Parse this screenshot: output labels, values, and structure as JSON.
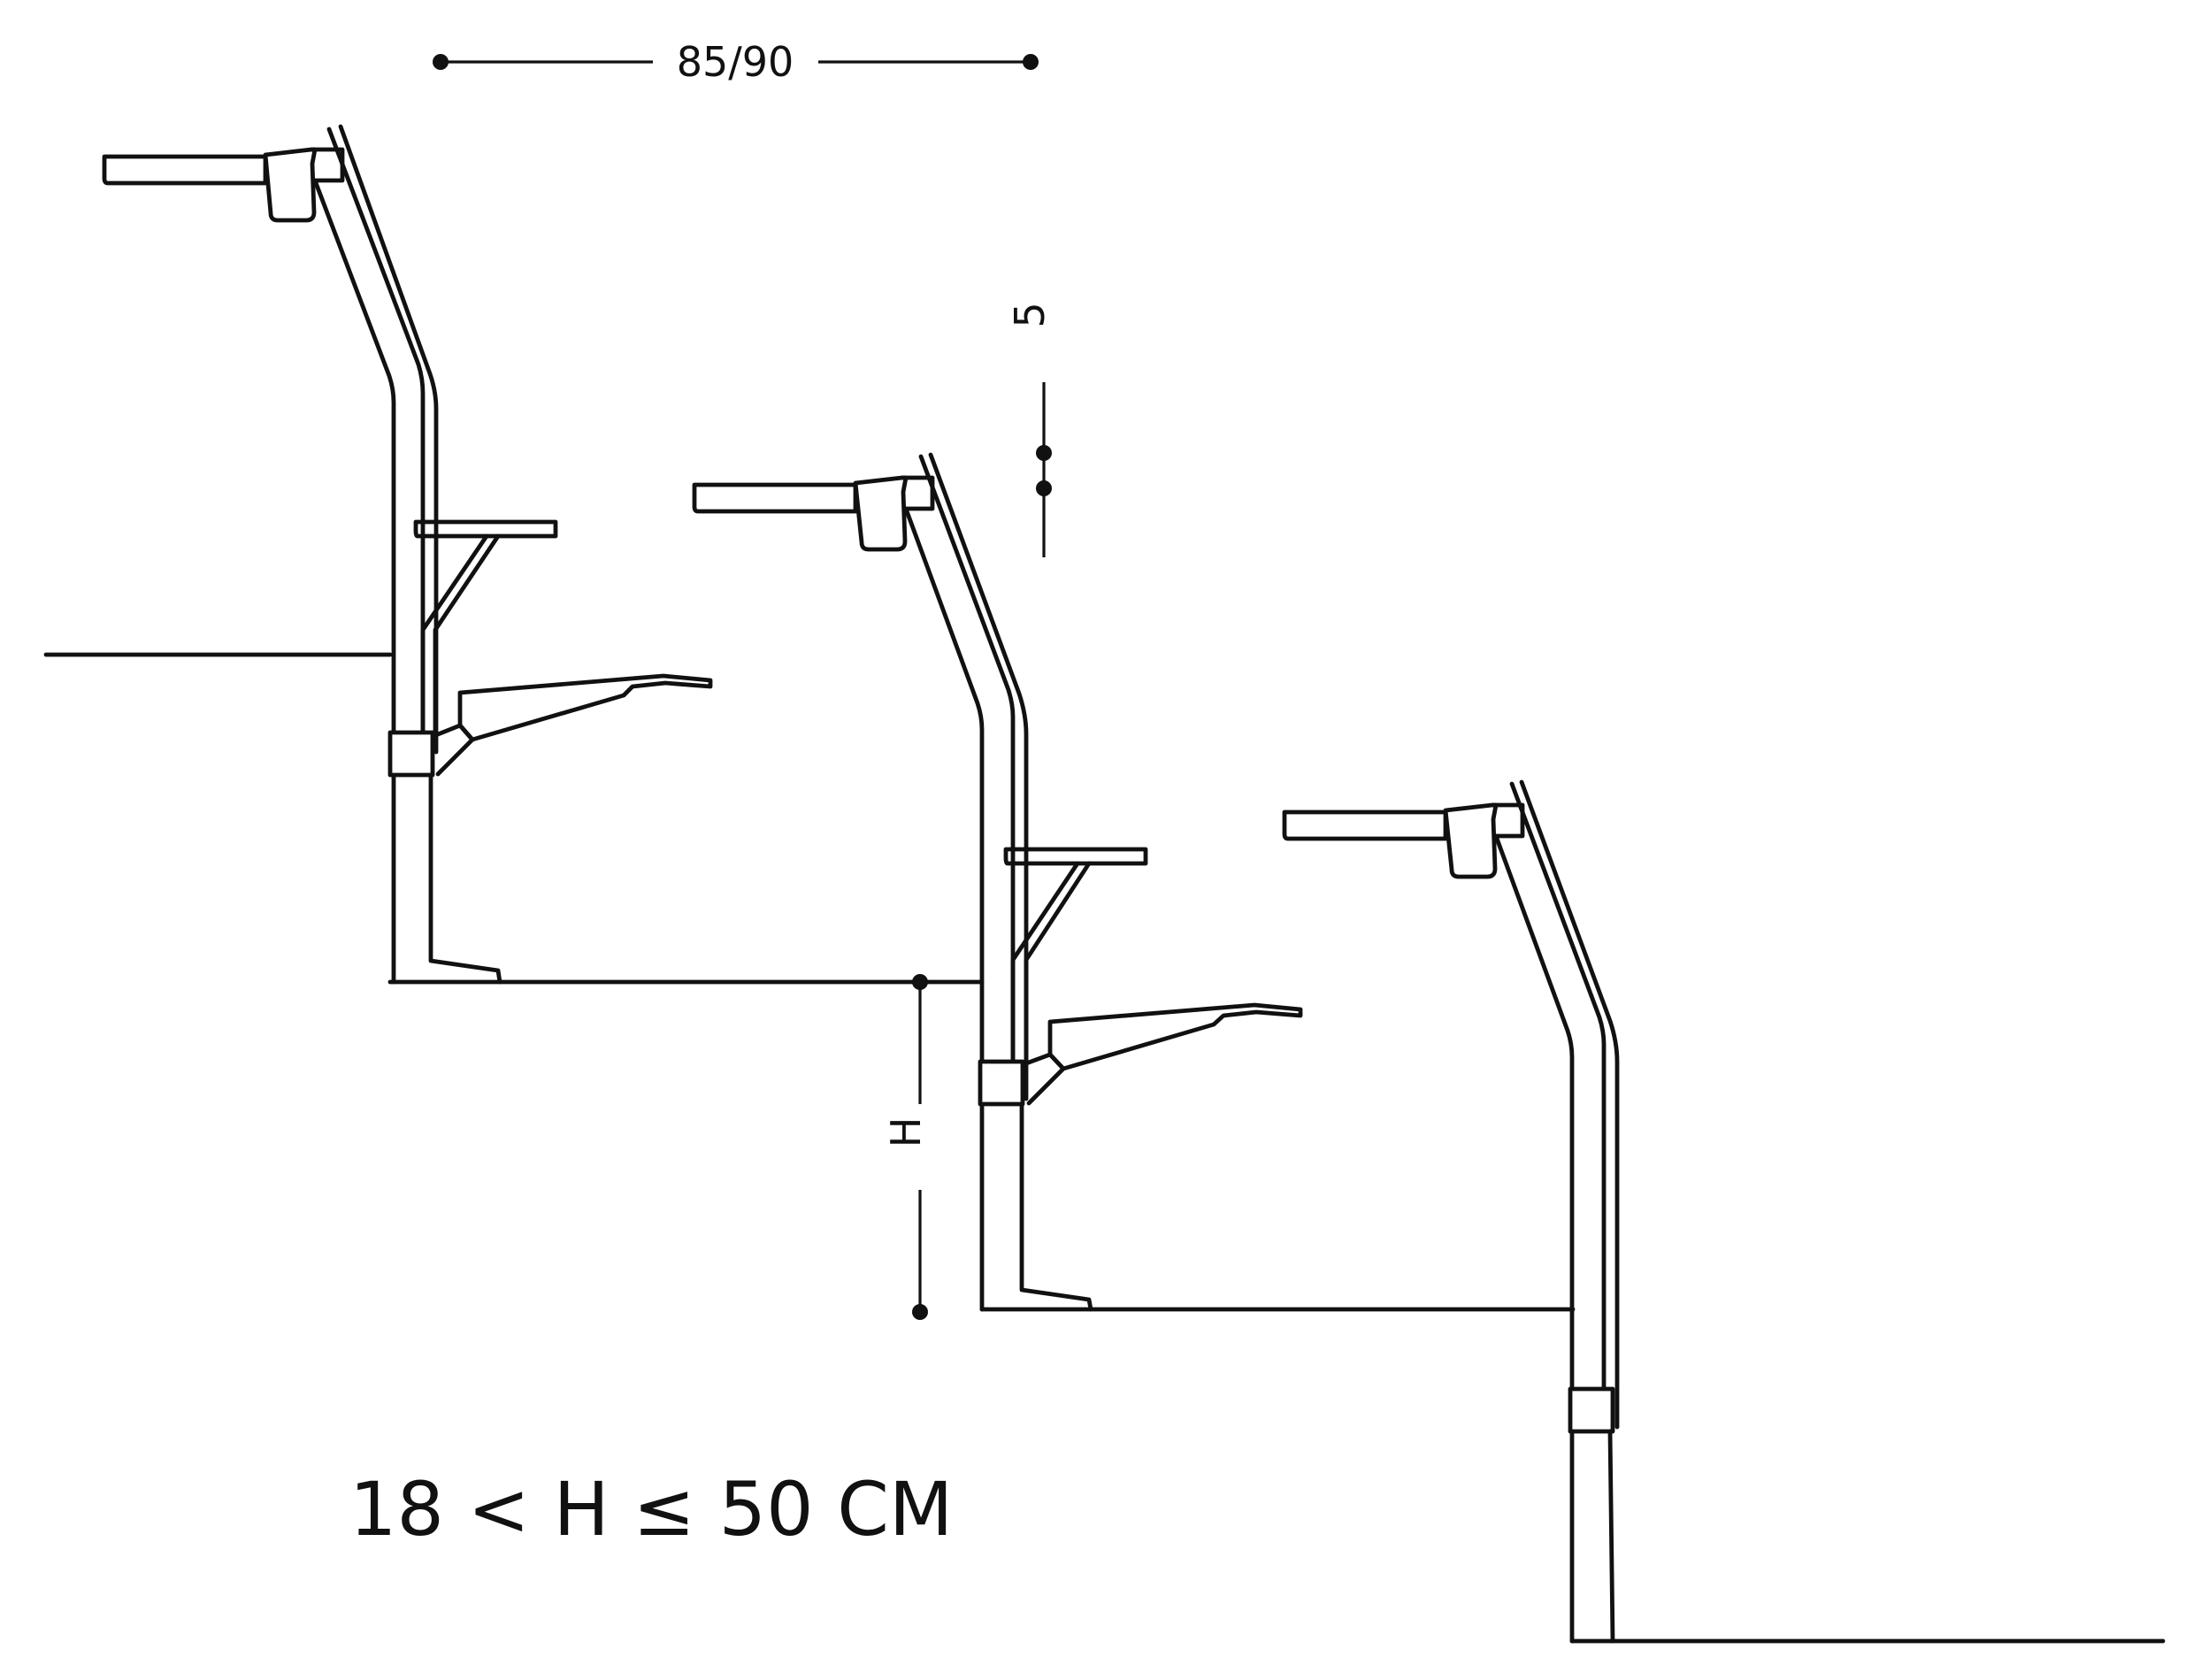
{
  "dimensions": {
    "row_depth": "85/90",
    "vertical_offset": "5",
    "riser_height": "H"
  },
  "formula": "18 < H ≤ 50 CM",
  "colors": {
    "line": "#111111",
    "background": "#ffffff"
  }
}
